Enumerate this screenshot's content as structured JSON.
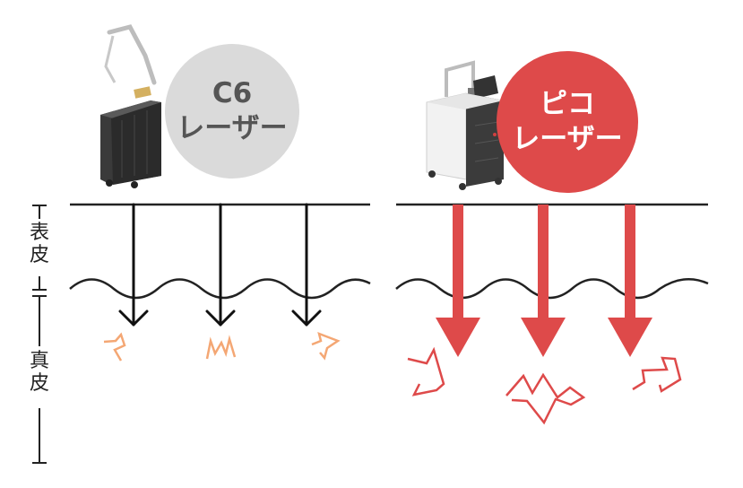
{
  "layers": {
    "epidermis": {
      "char1": "表",
      "char2": "皮"
    },
    "dermis": {
      "char1": "真",
      "char2": "皮"
    }
  },
  "left_panel": {
    "machine_icon": "laser-machine-icon",
    "label_line1": "C6",
    "label_line2": "レーザー",
    "circle_color": "#dadada",
    "text_color": "#555555",
    "arrow_color": "#111111",
    "burst_color": "#f4a774"
  },
  "right_panel": {
    "machine_icon": "laser-machine-icon",
    "label_line1": "ピコ",
    "label_line2": "レーザー",
    "circle_color": "#de4a4a",
    "text_color": "#ffffff",
    "arrow_color": "#de4a4a",
    "burst_color": "#de4a4a"
  }
}
